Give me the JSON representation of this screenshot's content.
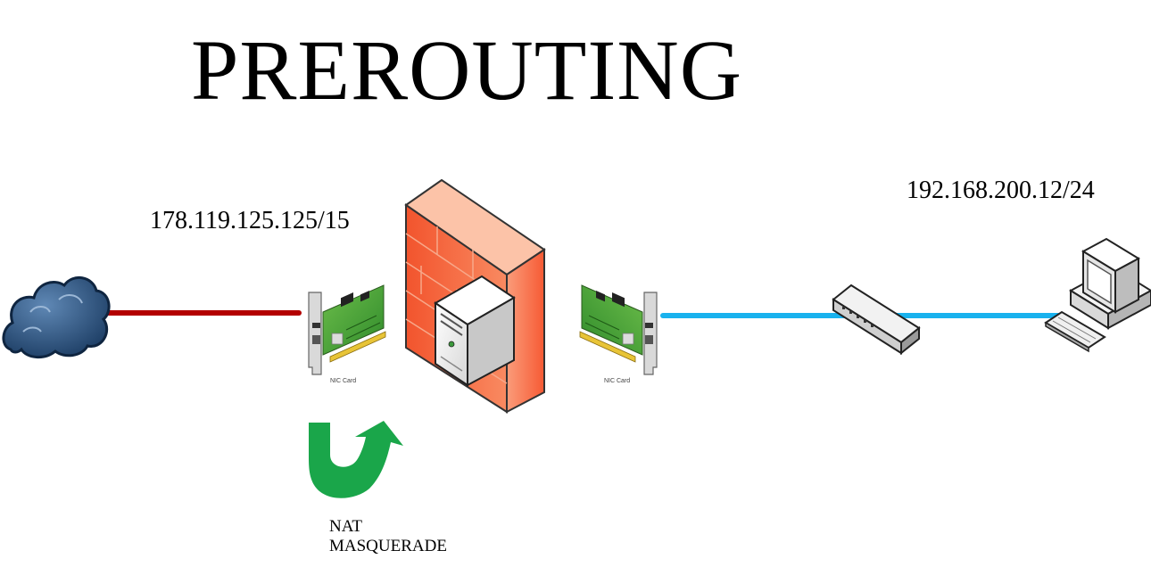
{
  "title": "PREROUTING",
  "wan": {
    "ip": "178.119.125.125/15",
    "link_color": "#b30000"
  },
  "lan": {
    "ip": "192.168.200.12/24",
    "link_color": "#19b2ee"
  },
  "nic_left": {
    "label": "NIC Card"
  },
  "nic_right": {
    "label": "NIC Card"
  },
  "nat": {
    "line1": "NAT",
    "line2": "MASQUERADE",
    "arrow_color": "#1aa64a"
  },
  "icons": [
    "cloud-icon",
    "nic-card-icon",
    "firewall-icon",
    "server-icon",
    "switch-icon",
    "workstation-icon",
    "u-turn-arrow-icon"
  ]
}
